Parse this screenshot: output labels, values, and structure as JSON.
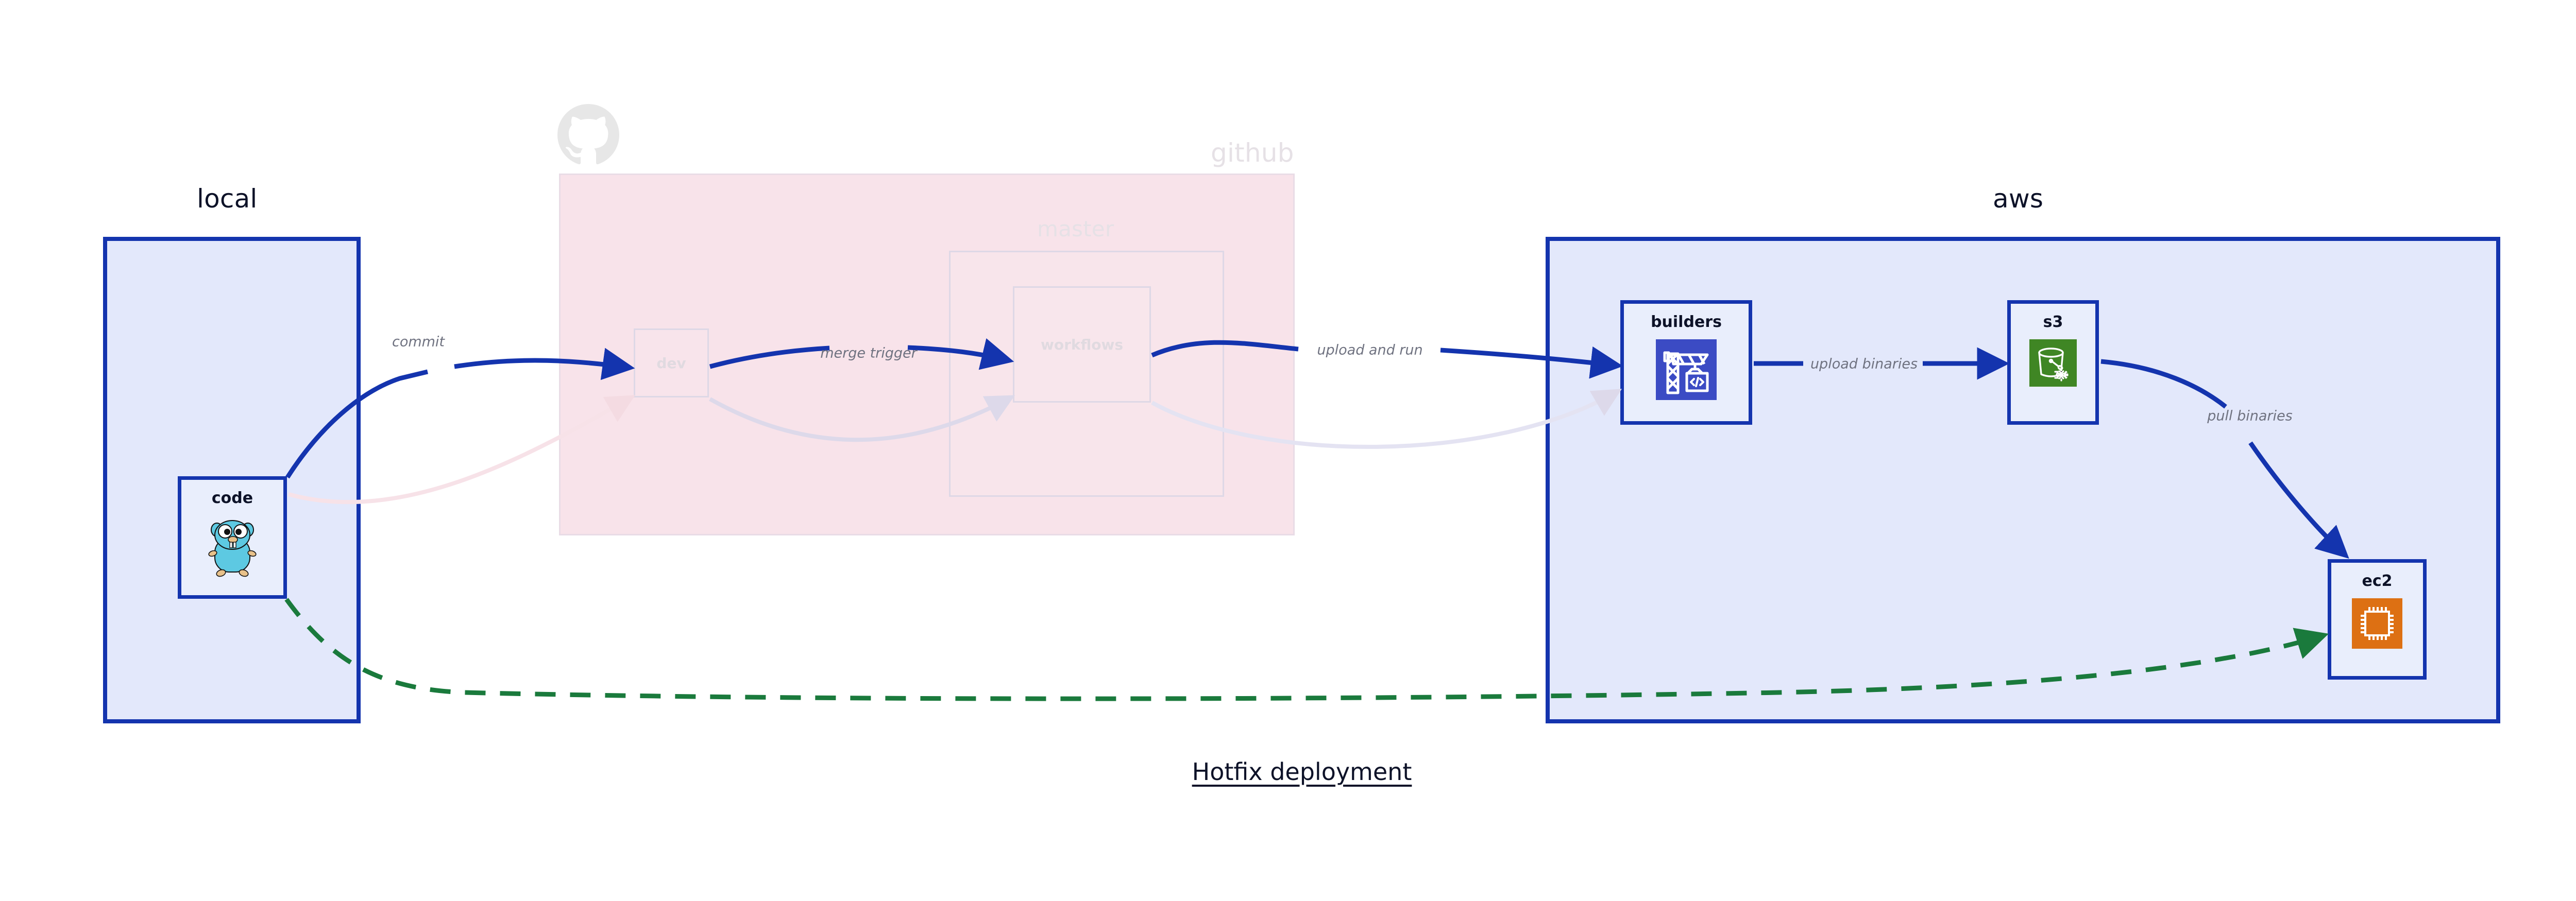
{
  "diagram": {
    "caption": "Hotfix deployment",
    "clusters": [
      {
        "id": "local",
        "label": "local"
      },
      {
        "id": "github",
        "label": "github"
      },
      {
        "id": "master",
        "label": "master"
      },
      {
        "id": "aws",
        "label": "aws"
      }
    ],
    "nodes": [
      {
        "id": "code",
        "label": "code",
        "icon": "go-gopher-icon"
      },
      {
        "id": "dev",
        "label": "dev",
        "icon": "none"
      },
      {
        "id": "workflows",
        "label": "workflows",
        "icon": "none"
      },
      {
        "id": "builders",
        "label": "builders",
        "icon": "aws-codebuild-icon"
      },
      {
        "id": "s3",
        "label": "s3",
        "icon": "aws-s3-glacier-icon"
      },
      {
        "id": "ec2",
        "label": "ec2",
        "icon": "aws-ec2-icon"
      }
    ],
    "edges": [
      {
        "id": "commit",
        "label": "commit",
        "from": "code",
        "to": "dev",
        "style": "solid-blue"
      },
      {
        "id": "merge-trigger",
        "label": "merge trigger",
        "from": "dev",
        "to": "workflows",
        "style": "solid-blue"
      },
      {
        "id": "upload-and-run",
        "label": "upload and run",
        "from": "workflows",
        "to": "builders",
        "style": "solid-blue"
      },
      {
        "id": "upload-binaries",
        "label": "upload binaries",
        "from": "builders",
        "to": "s3",
        "style": "solid-blue"
      },
      {
        "id": "pull-binaries",
        "label": "pull binaries",
        "from": "s3",
        "to": "ec2",
        "style": "solid-blue"
      },
      {
        "id": "hotfix-direct",
        "label": "",
        "from": "code",
        "to": "ec2",
        "style": "dashed-green"
      }
    ],
    "colors": {
      "cluster_border": "#1434ae",
      "cluster_fill": "#e3e8fb",
      "github_fill": "#f8e3ea",
      "node_fill": "#e9eefc",
      "edge_blue": "#1434ae",
      "edge_green": "#1a7a3c",
      "label_gray": "#6f7280",
      "text_dark": "#0d1228",
      "aws_s3_green": "#3f8624",
      "aws_ec2_orange": "#dd7013",
      "aws_build_blue": "#3b4bc4",
      "gopher_cyan": "#5dc9e2"
    }
  }
}
